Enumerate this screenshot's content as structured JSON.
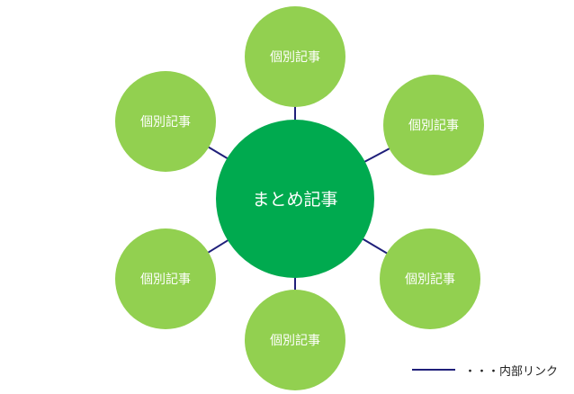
{
  "diagram": {
    "center": {
      "label": "まとめ記事",
      "color": "#00aa4f"
    },
    "satellites": [
      {
        "label": "個別記事"
      },
      {
        "label": "個別記事"
      },
      {
        "label": "個別記事"
      },
      {
        "label": "個別記事"
      },
      {
        "label": "個別記事"
      },
      {
        "label": "個別記事"
      }
    ],
    "satellite_color": "#92d050",
    "link_color": "#1f1f7a"
  },
  "legend": {
    "text": "・・・内部リンク"
  }
}
